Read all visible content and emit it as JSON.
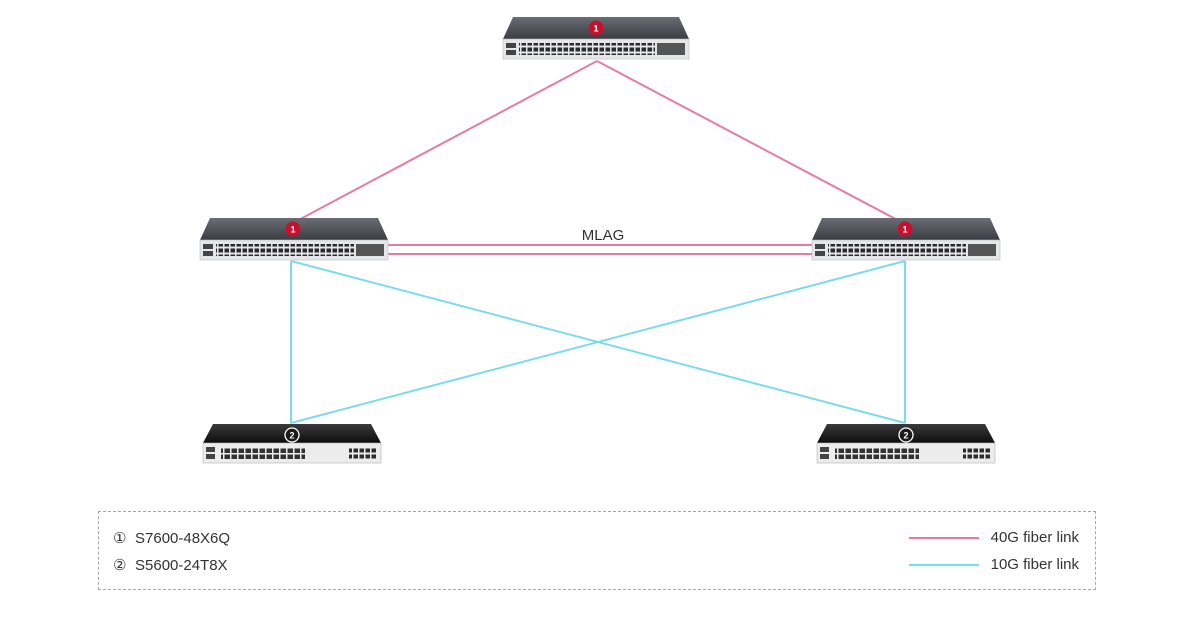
{
  "colors": {
    "link_40g": "#e87ba6",
    "link_10g": "#7adcea",
    "badge_core": "#c8102e",
    "badge_access": "#1a1a1a"
  },
  "mlag_label": "MLAG",
  "devices": {
    "core_top": {
      "badge": "1"
    },
    "core_left": {
      "badge": "1"
    },
    "core_right": {
      "badge": "1"
    },
    "access_left": {
      "badge": "2"
    },
    "access_right": {
      "badge": "2"
    }
  },
  "legend": {
    "devices": [
      {
        "number": "①",
        "model": "S7600-48X6Q"
      },
      {
        "number": "②",
        "model": "S5600-24T8X"
      }
    ],
    "links": [
      {
        "label": "40G fiber link",
        "color": "#e87ba6"
      },
      {
        "label": "10G fiber link",
        "color": "#7adcea"
      }
    ]
  }
}
